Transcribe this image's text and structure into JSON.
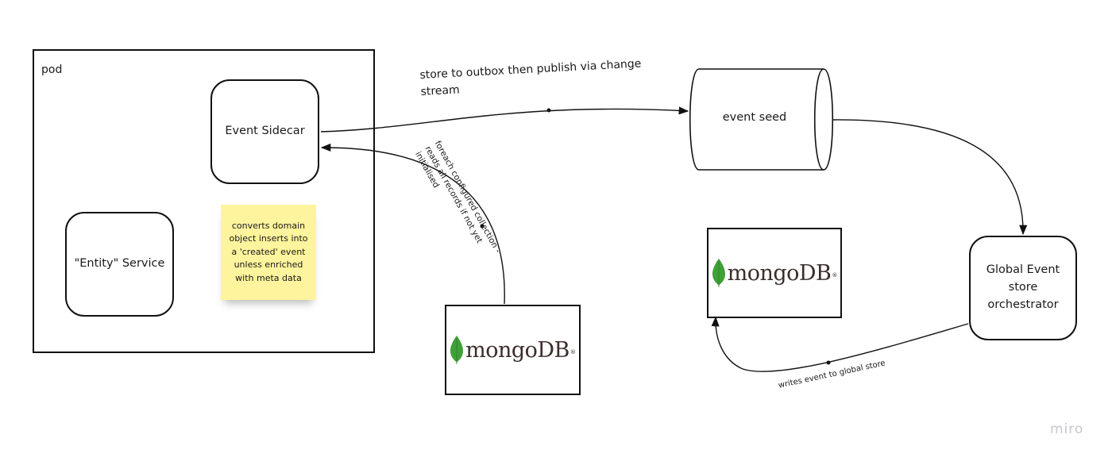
{
  "pod": {
    "label": "pod"
  },
  "nodes": {
    "event_sidecar": "Event Sidecar",
    "entity_service": "\"Entity\" Service",
    "event_seed": "event seed",
    "global_orchestrator": "Global Event store orchestrator"
  },
  "sticky_note": "converts domain object inserts into a 'created' event unless enriched with meta data",
  "mongodb": {
    "logo_text": "mongoDB",
    "registered_mark": "®"
  },
  "edges": {
    "sidecar_to_seed": "store to outbox then publish via change stream",
    "mongo_to_sidecar": "foreach configured collection - reads all records if not yet initialised",
    "orchestrator_to_global_store": "writes event to global store"
  },
  "watermark": "miro",
  "colors": {
    "mongo_leaf": "#3fa037",
    "sticky": "#fdf49d",
    "watermark": "#c8c8cc"
  }
}
